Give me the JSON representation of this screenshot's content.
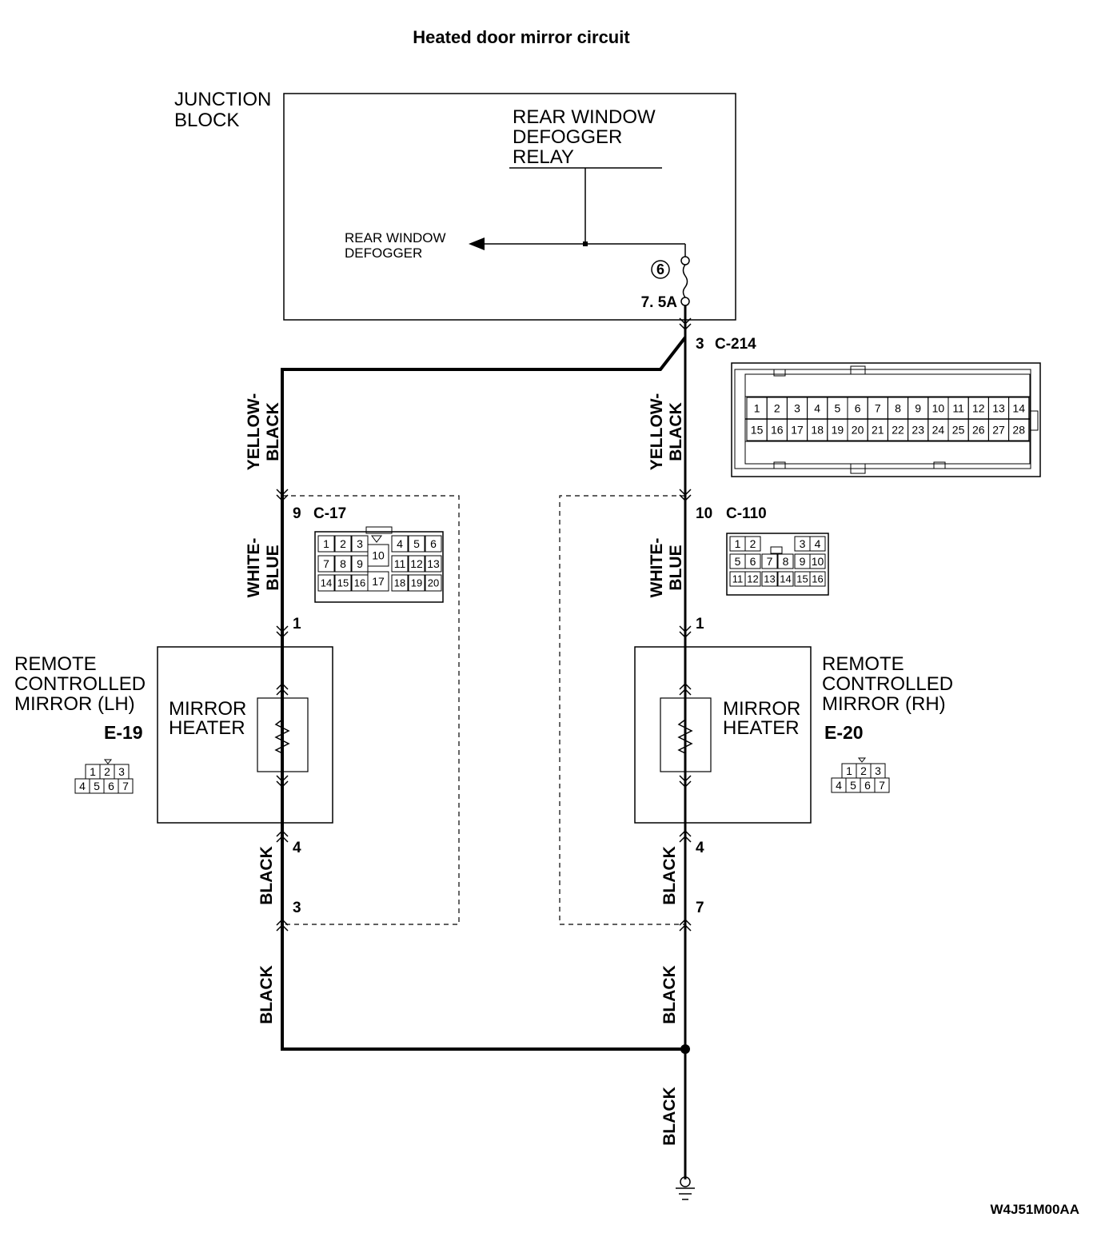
{
  "title": "Heated door mirror circuit",
  "junction_block": {
    "label_line1": "JUNCTION",
    "label_line2": "BLOCK"
  },
  "relay": {
    "line1": "REAR WINDOW",
    "line2": "DEFOGGER",
    "line3": "RELAY"
  },
  "defogger": {
    "line1": "REAR WINDOW",
    "line2": "DEFOGGER"
  },
  "fuse": {
    "number": "6",
    "rating": "7. 5A"
  },
  "connectors": {
    "c214": {
      "pin": "3",
      "name": "C-214",
      "pins_top": [
        "1",
        "2",
        "3",
        "4",
        "5",
        "6",
        "7",
        "8",
        "9",
        "10",
        "11",
        "12",
        "13",
        "14"
      ],
      "pins_bottom": [
        "15",
        "16",
        "17",
        "18",
        "19",
        "20",
        "21",
        "22",
        "23",
        "24",
        "25",
        "26",
        "27",
        "28"
      ]
    },
    "c17": {
      "pin": "9",
      "name": "C-17",
      "row1": [
        "1",
        "2",
        "3",
        "10",
        "4",
        "5",
        "6"
      ],
      "row2": [
        "7",
        "8",
        "9",
        "11",
        "12",
        "13"
      ],
      "row3": [
        "14",
        "15",
        "16",
        "17",
        "18",
        "19",
        "20"
      ]
    },
    "c110": {
      "pin": "10",
      "name": "C-110",
      "row1": [
        "1",
        "2",
        "3",
        "4"
      ],
      "row2": [
        "5",
        "6",
        "7",
        "8",
        "9",
        "10"
      ],
      "row3": [
        "11",
        "12",
        "13",
        "14",
        "15",
        "16"
      ]
    },
    "e19": {
      "name": "E-19",
      "row1": [
        "1",
        "2",
        "3"
      ],
      "row2": [
        "4",
        "5",
        "6",
        "7"
      ]
    },
    "e20": {
      "name": "E-20",
      "row1": [
        "1",
        "2",
        "3"
      ],
      "row2": [
        "4",
        "5",
        "6",
        "7"
      ]
    }
  },
  "wires": {
    "yellow_black_1": "YELLOW-",
    "yellow_black_2": "BLACK",
    "white_blue_1": "WHITE-",
    "white_blue_2": "BLUE",
    "black": "BLACK"
  },
  "mirror_lh": {
    "line1": "REMOTE",
    "line2": "CONTROLLED",
    "line3": "MIRROR (LH)",
    "pin_in": "1",
    "pin_out": "4",
    "ground_pin": "3"
  },
  "mirror_rh": {
    "line1": "REMOTE",
    "line2": "CONTROLLED",
    "line3": "MIRROR (RH)",
    "pin_in": "1",
    "pin_out": "4",
    "ground_pin": "7"
  },
  "heater": {
    "line1": "MIRROR",
    "line2": "HEATER"
  },
  "footer_code": "W4J51M00AA"
}
